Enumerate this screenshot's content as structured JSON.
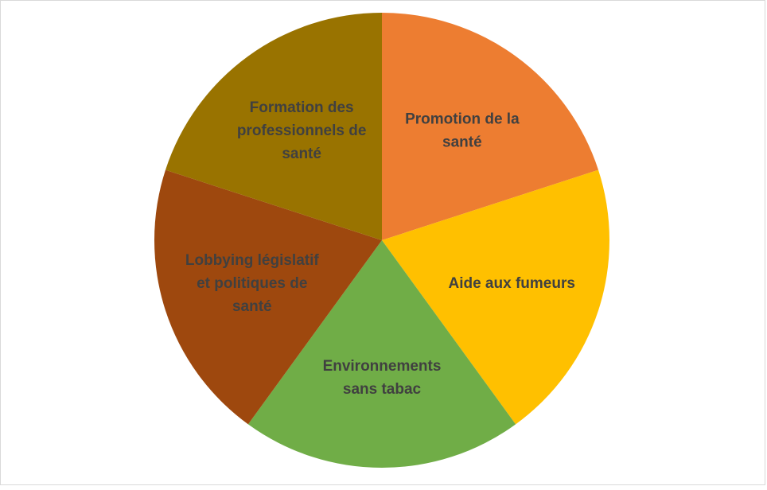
{
  "chart_data": {
    "type": "pie",
    "title": "",
    "categories": [
      "Promotion de la santé",
      "Aide aux fumeurs",
      "Environnements sans tabac",
      "Lobbying législatif et politiques de santé",
      "Formation des professionnels de santé"
    ],
    "values": [
      20,
      20,
      20,
      20,
      20
    ],
    "label_lines": [
      [
        "Promotion de la",
        "santé"
      ],
      [
        "Aide aux fumeurs"
      ],
      [
        "Environnements",
        "sans tabac"
      ],
      [
        "Lobbying législatif",
        "et politiques de",
        "santé"
      ],
      [
        "Formation des",
        "professionnels de",
        "santé"
      ]
    ],
    "colors": [
      "#ED7D31",
      "#FFC000",
      "#70AD47",
      "#9E480E",
      "#997300"
    ],
    "start_angle_deg": 0,
    "direction": "clockwise",
    "legend": "none",
    "data_labels": "category-name-inside"
  }
}
